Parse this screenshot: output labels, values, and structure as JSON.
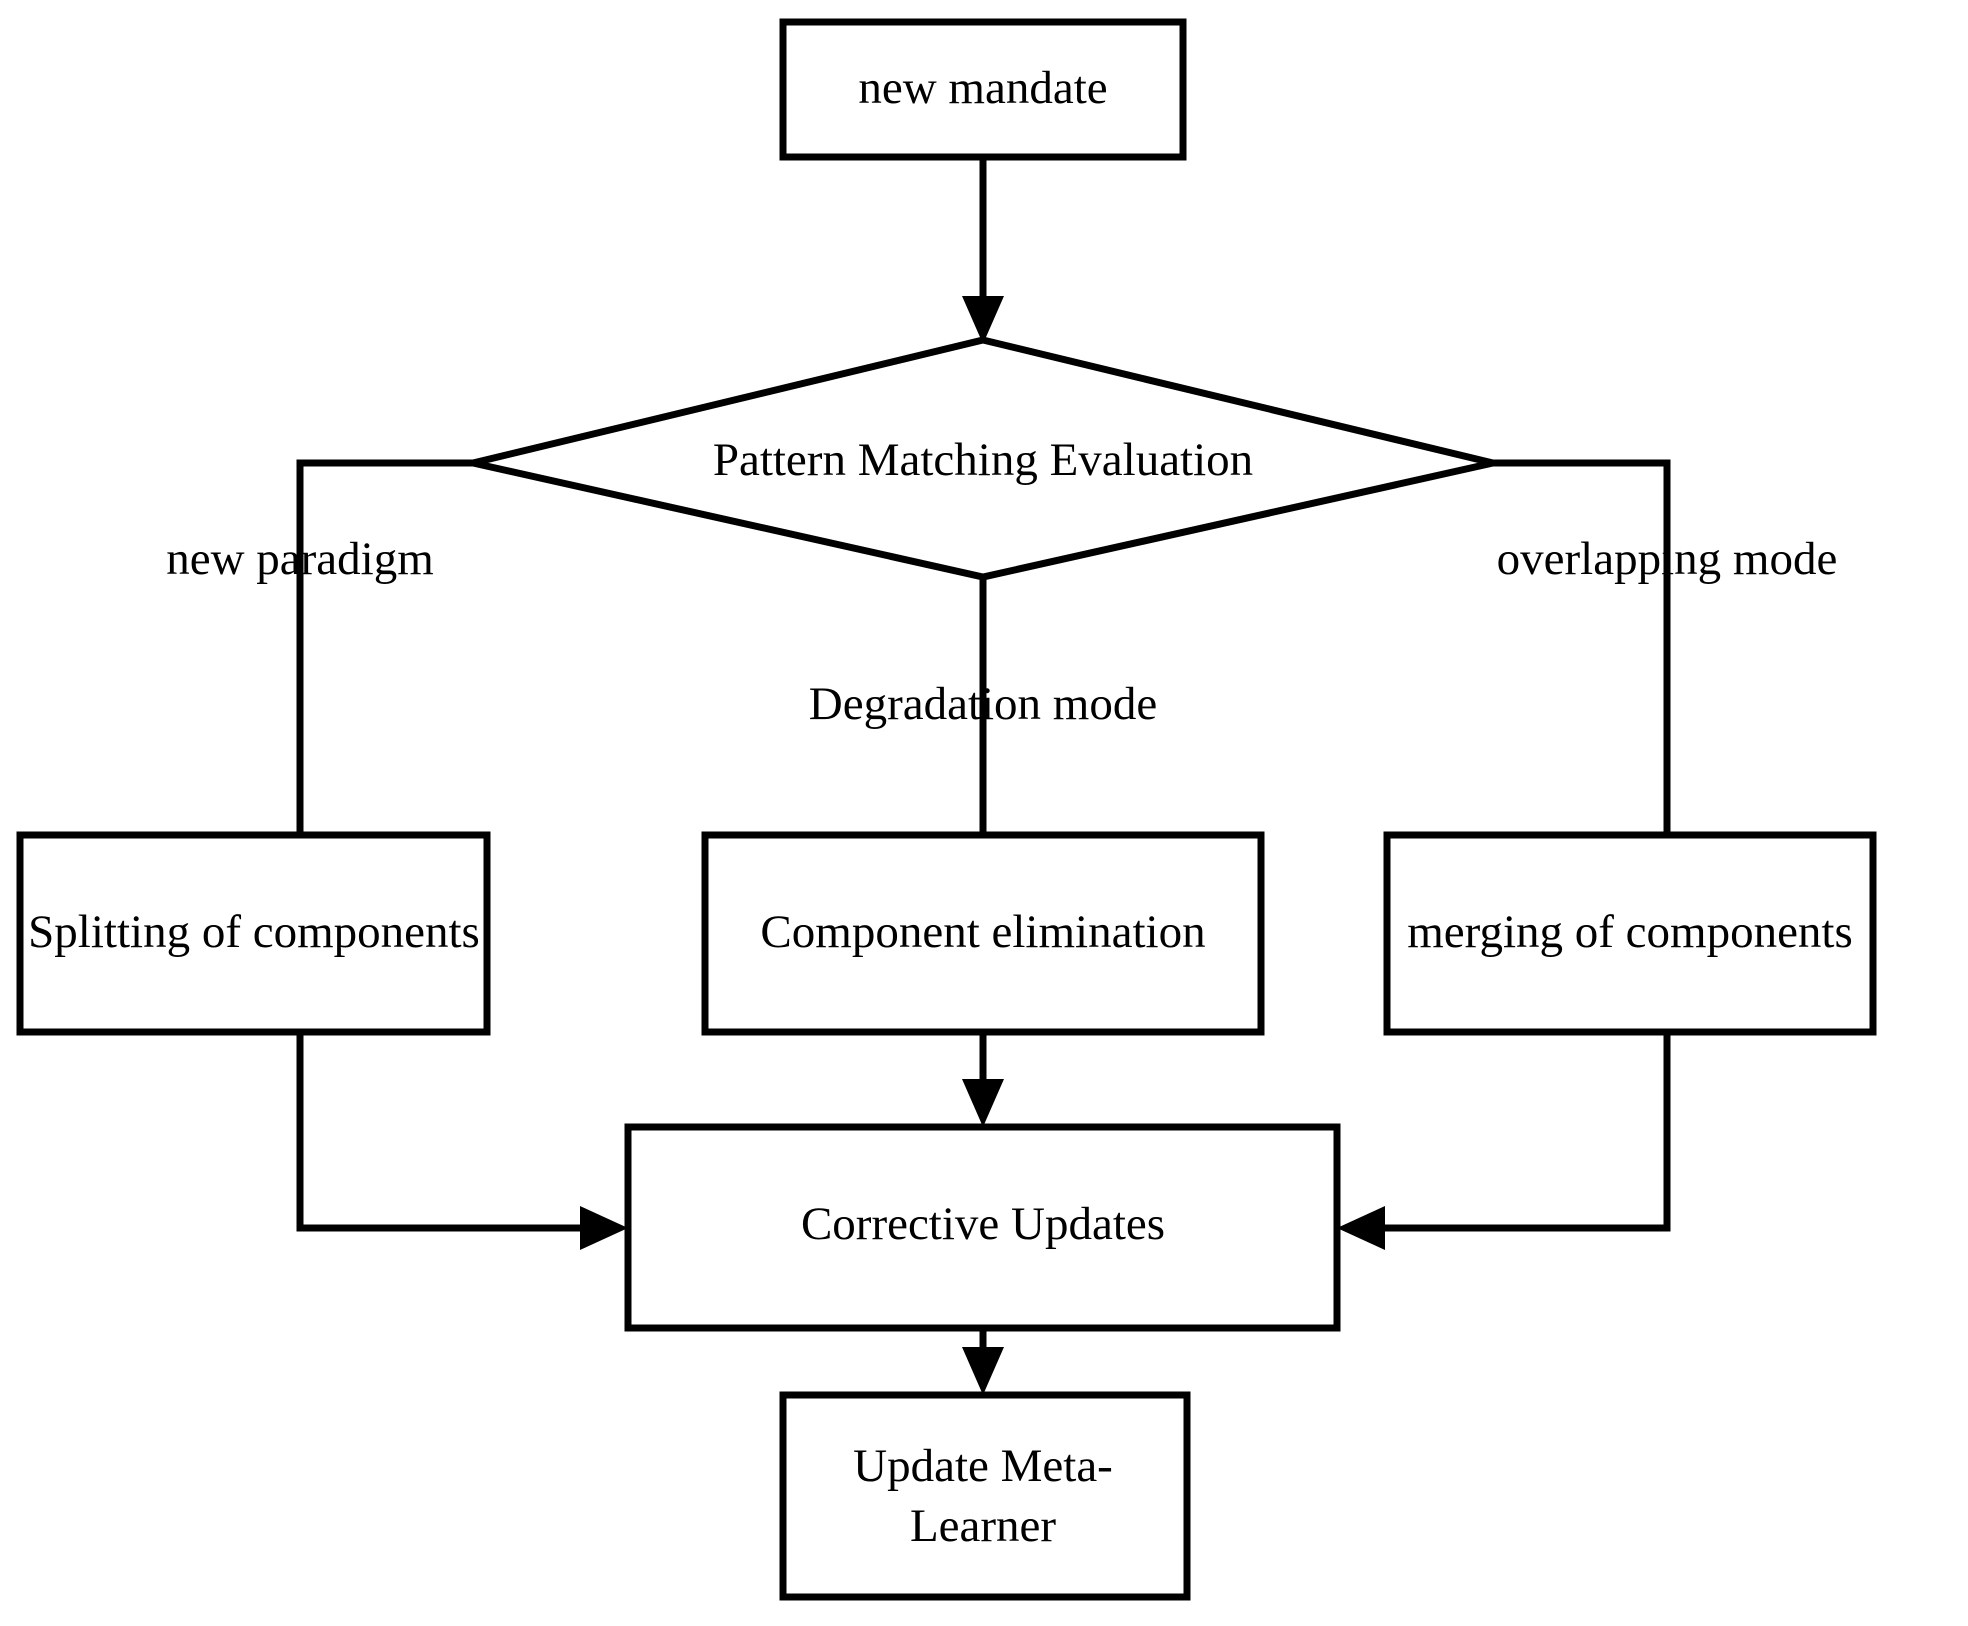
{
  "diagram": {
    "type": "flowchart",
    "title": "Adaptive Component Restructuring Flow",
    "background_color": "#ffffff",
    "line_color": "#000000",
    "text_color": "#000000",
    "nodes": {
      "new_mandate": {
        "label": "new mandate",
        "shape": "rectangle"
      },
      "pattern_matching": {
        "label": "Pattern Matching Evaluation",
        "shape": "diamond"
      },
      "splitting": {
        "label": "Splitting of components",
        "shape": "rectangle"
      },
      "elimination": {
        "label": "Component elimination",
        "shape": "rectangle"
      },
      "merging": {
        "label": "merging of components",
        "shape": "rectangle"
      },
      "corrective": {
        "label": "Corrective Updates",
        "shape": "rectangle"
      },
      "update_meta": {
        "label_line1": "Update Meta-",
        "label_line2": "Learner",
        "shape": "rectangle"
      }
    },
    "edge_labels": {
      "left_branch": "new paradigm",
      "center_branch": "Degradation mode",
      "right_branch": "overlapping mode"
    }
  }
}
